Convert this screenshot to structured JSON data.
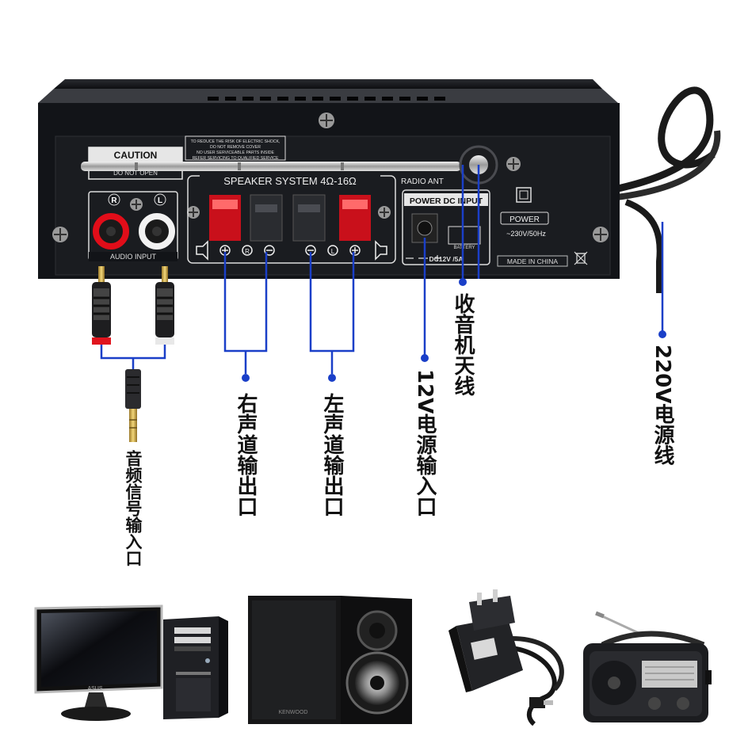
{
  "panel": {
    "caution_title": "CAUTION",
    "caution_sub": "DO NOT OPEN",
    "warning_lines": [
      "TO REDUCE THE RISK OF ELECTRIC SHOCK,",
      "DO NOT REMOVE COVER",
      "NO USER SERVICEABLE PARTS INSIDE",
      "REFER SERVICING TO QUALIFIED SERVICE"
    ],
    "speaker_system": "SPEAKER SYSTEM 4Ω-16Ω",
    "radio_ant": "RADIO ANT",
    "power_dc_input": "POWER DC INPUT",
    "battery": "BATTERY",
    "dc_rating": "DC12V /5A",
    "power": "POWER",
    "ac_rating": "~230V/50Hz",
    "made_in": "MADE IN CHINA",
    "audio_input": "AUDIO INPUT",
    "ch_r": "R",
    "ch_l": "L"
  },
  "labels": {
    "audio_in": "音频信号输入口",
    "right_out": "右声道输出口",
    "left_out": "左声道输出口",
    "dc_in": "12V电源输入口",
    "antenna": "收音机天线",
    "ac_cord": "220V电源线"
  },
  "devices": {
    "monitor_brand": "ASUS",
    "speaker_brand": "KENWOOD"
  },
  "colors": {
    "callout": "#1a3fc8",
    "panel": "#121418",
    "speaker_red": "#e0141e"
  }
}
